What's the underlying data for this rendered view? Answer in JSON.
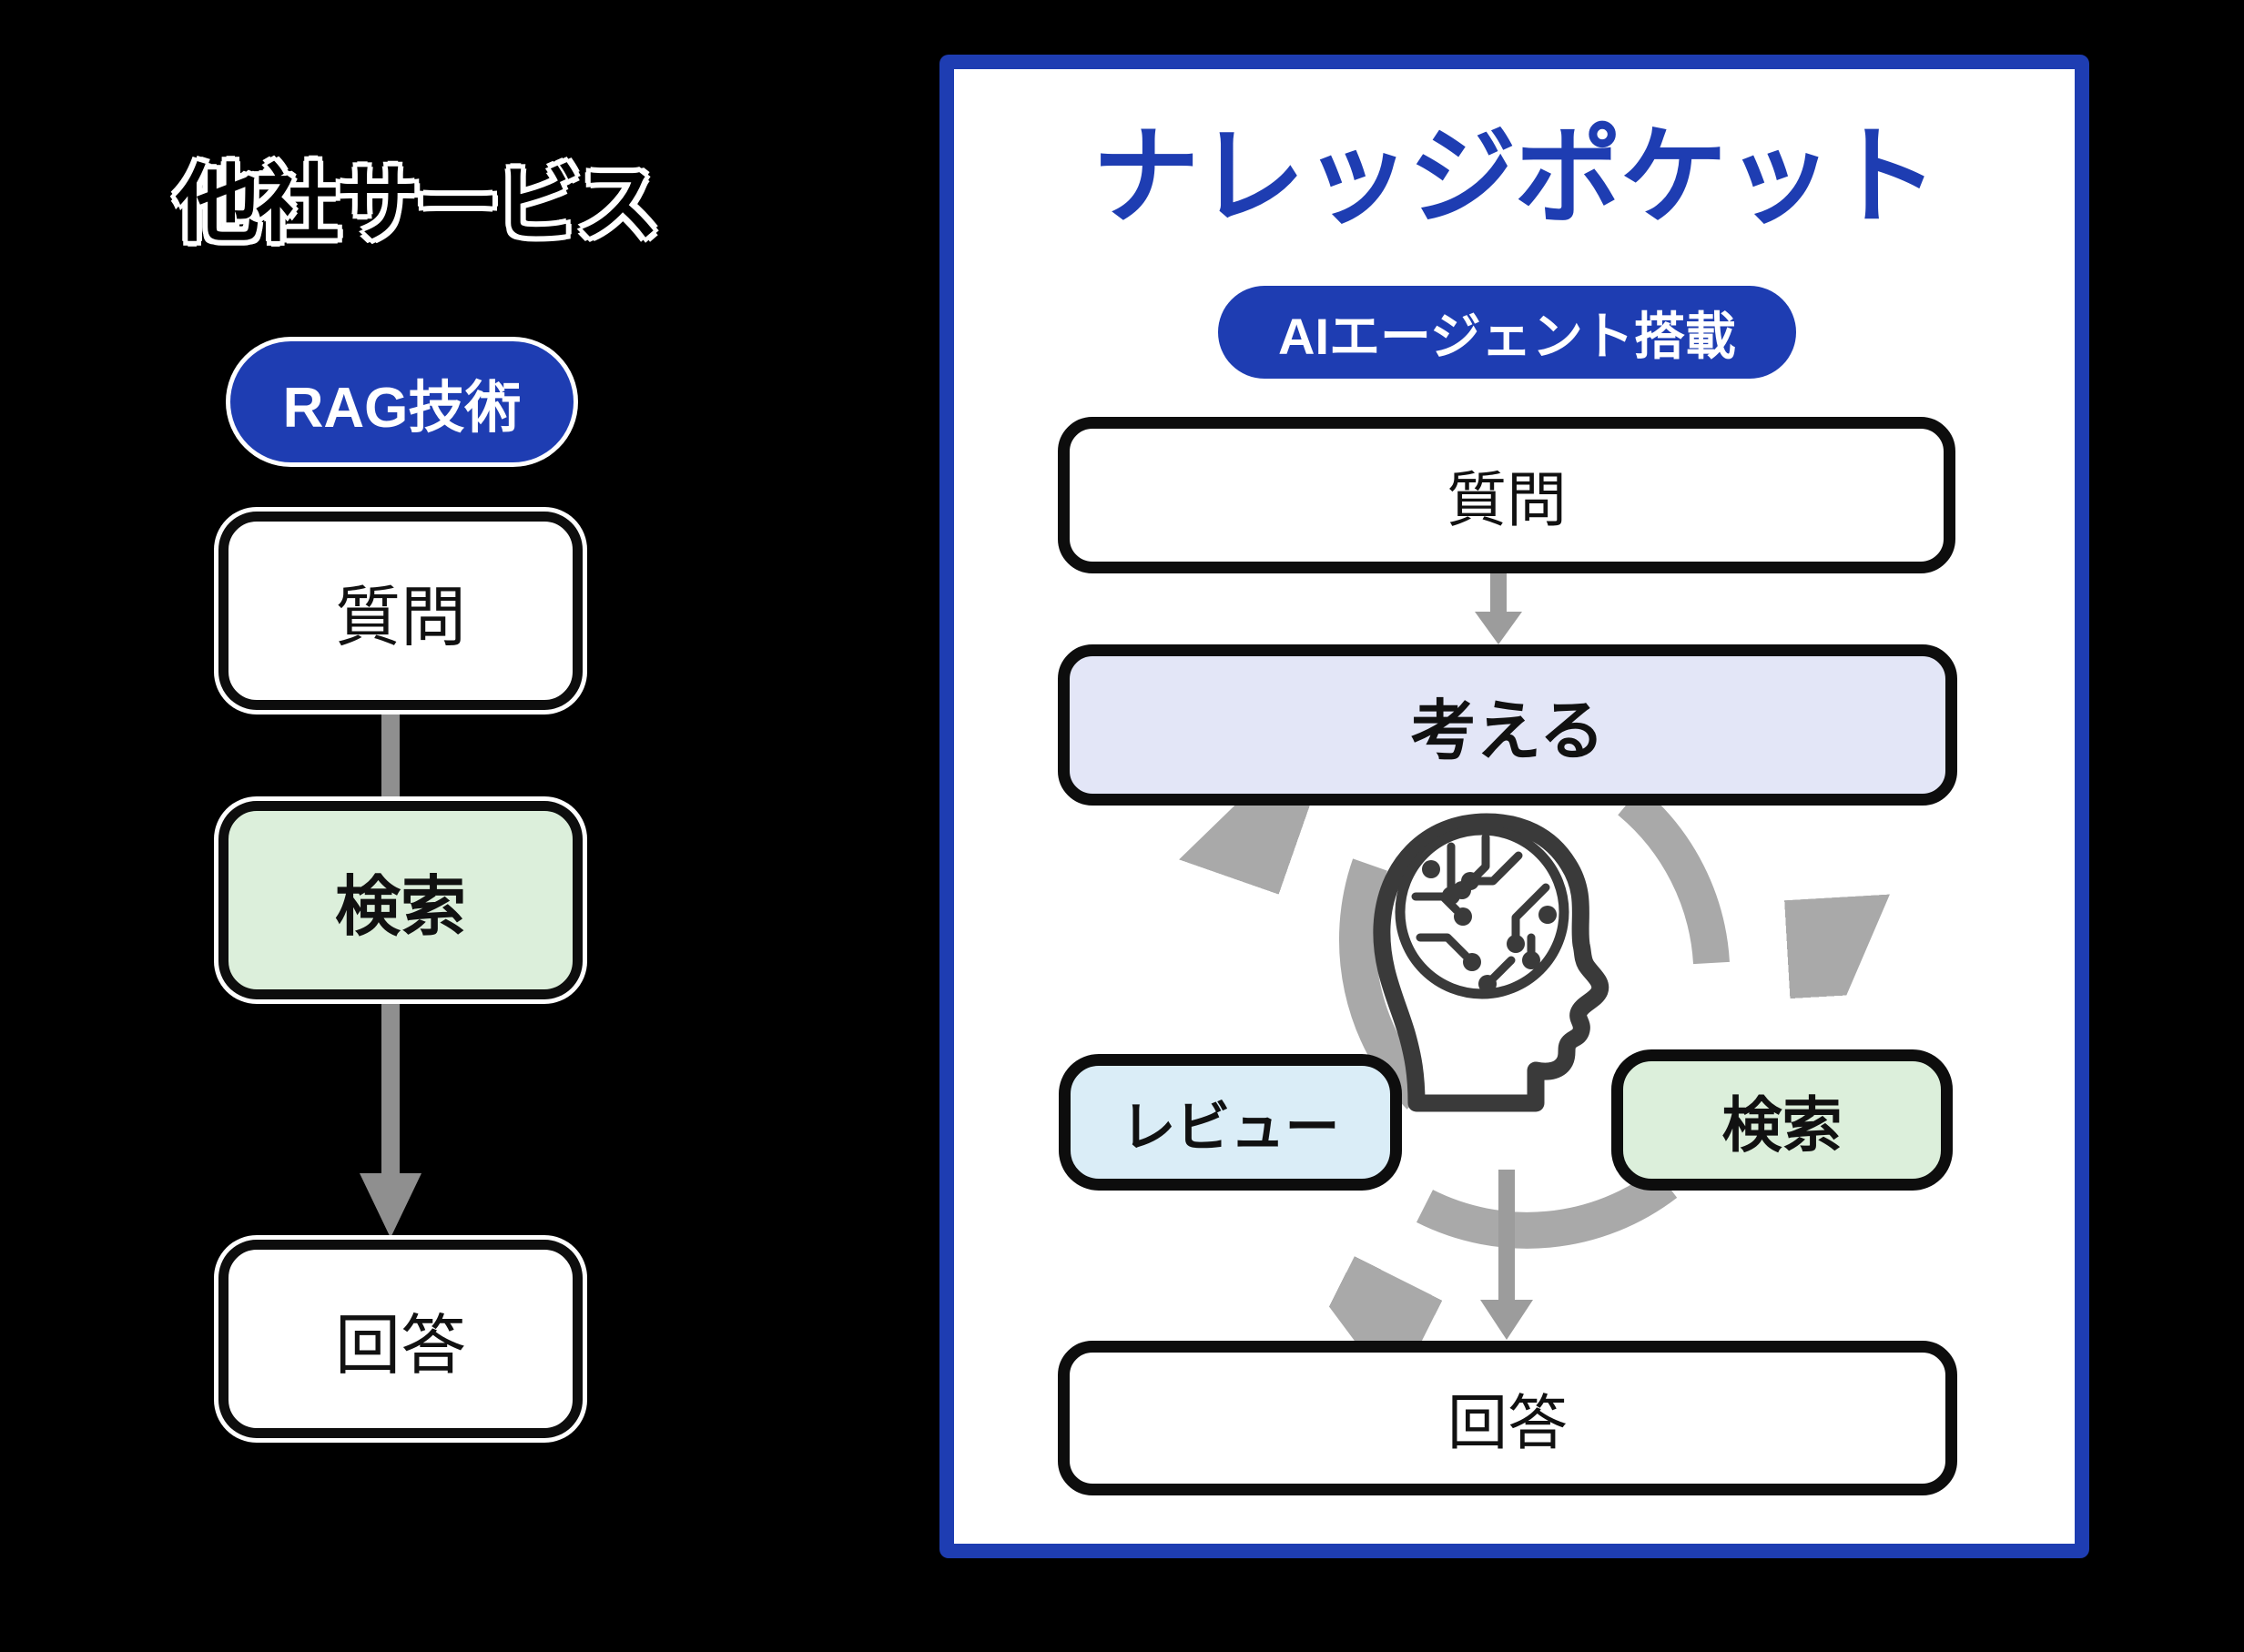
{
  "colors": {
    "background": "#000000",
    "brand_blue": "#1e3db2",
    "panel_bg": "#ffffff",
    "box_border": "#0d0d0d",
    "green_fill": "#dcefdb",
    "lavender_fill": "#e3e6f7",
    "lightblue_fill": "#daedf7",
    "arrow_gray": "#8f8f8f",
    "arc_gray": "#a9a9a9",
    "icon_stroke": "#3a3a3a",
    "text_dark": "#111111"
  },
  "left_section": {
    "title": "他社サービス",
    "tech_badge": "RAG技術",
    "steps": [
      {
        "label": "質問"
      },
      {
        "label": "検索"
      },
      {
        "label": "回答"
      }
    ]
  },
  "right_panel": {
    "title": "ナレッジポケット",
    "agent_badge": "AIエージェント搭載",
    "step_question": "質問",
    "step_think": "考える",
    "step_review": "レビュー",
    "step_search": "検索",
    "step_answer": "回答",
    "center_icon": "circuit-brain-head-icon",
    "cycle_direction": "clockwise"
  }
}
